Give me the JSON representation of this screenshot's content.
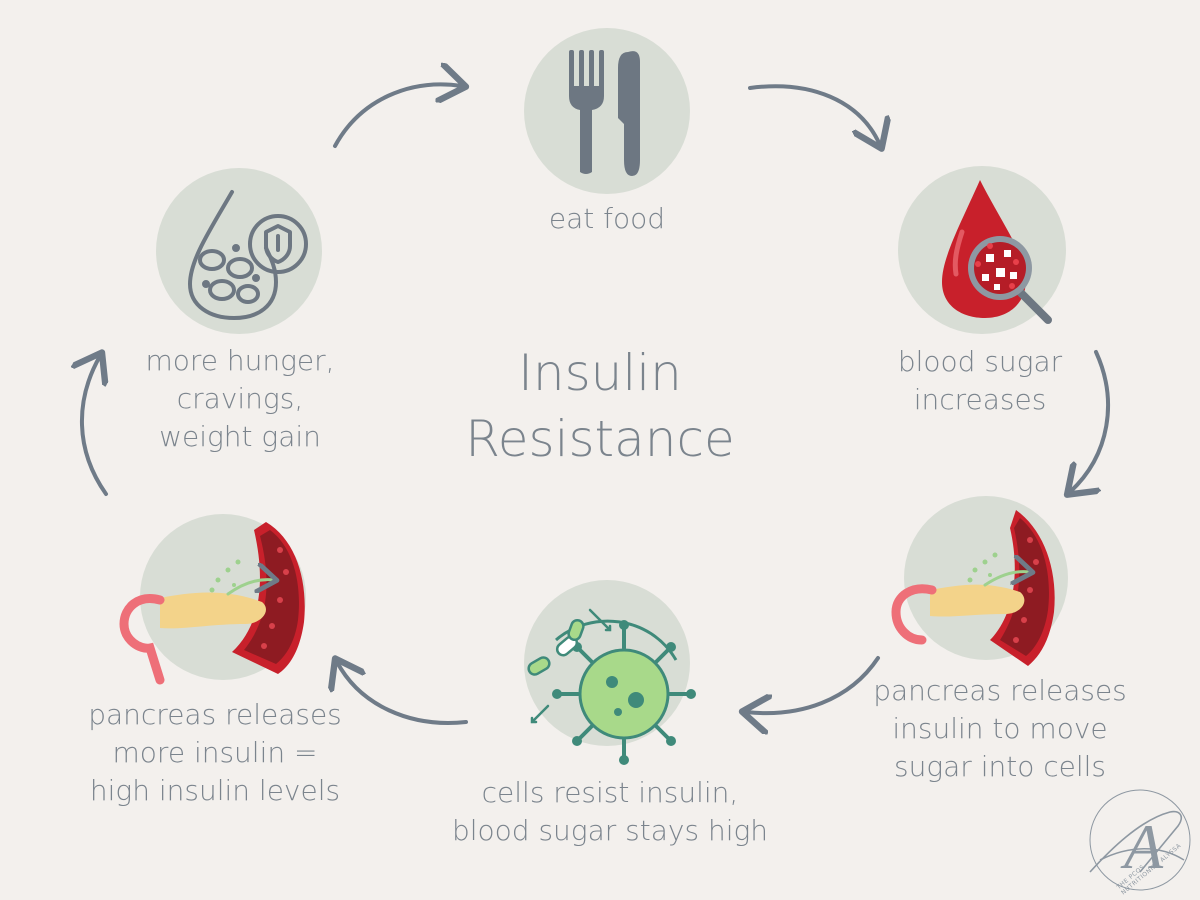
{
  "title": "Insulin\nResistance",
  "steps": [
    {
      "id": "eat-food",
      "label": "eat food",
      "icon": "fork-knife-icon"
    },
    {
      "id": "blood-sugar",
      "label": "blood sugar\nincreases",
      "icon": "blood-drop-magnifier-icon"
    },
    {
      "id": "pancreas-insulin",
      "label": "pancreas releases\ninsulin to move\nsugar  into cells",
      "icon": "pancreas-vessel-icon"
    },
    {
      "id": "cells-resist",
      "label": "cells resist insulin,\nblood sugar stays high",
      "icon": "virus-cell-icon"
    },
    {
      "id": "pancreas-more",
      "label": "pancreas releases\nmore insulin =\n high insulin levels",
      "icon": "pancreas-vessel-icon"
    },
    {
      "id": "hunger",
      "label": "more hunger,\ncravings,\nweight gain",
      "icon": "drop-cells-shield-icon"
    }
  ],
  "signature": {
    "letter": "A",
    "text": "THE PCOS NUTRITIONIST ALYSSA"
  },
  "colors": {
    "background": "#f3f0ed",
    "circle": "#d8ddd5",
    "text": "#7b848d",
    "arrow": "#6f7b88",
    "blood": "#c8202b",
    "vessel": "#8e1b22",
    "pancreas": "#f3d38a",
    "pink": "#ee6f78",
    "green": "#9ed18e",
    "teal": "#3f8a7a"
  }
}
